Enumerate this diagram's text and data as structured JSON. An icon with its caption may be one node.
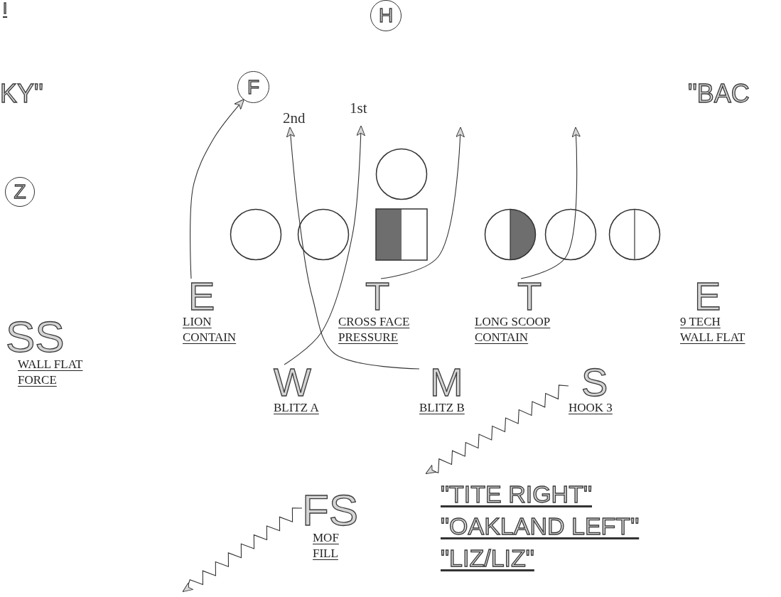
{
  "diagram": {
    "nodes": [
      {
        "text": [
          "H"
        ]
      },
      {
        "text": [
          "F"
        ]
      },
      {
        "text": [
          "Z"
        ]
      },
      {
        "text": [],
        "shape": "circle"
      },
      {
        "text": [],
        "shape": "circle"
      },
      {
        "text": [],
        "shape": "circle"
      },
      {
        "text": [],
        "shape": "box"
      },
      {
        "text": [],
        "shape": "circle"
      },
      {
        "text": [],
        "shape": "circle"
      },
      {
        "text": [],
        "shape": "circle"
      },
      {
        "text": [
          "E",
          "LION CONTAIN"
        ]
      },
      {
        "text": [
          "T",
          "CROSS FACE PRESSURE"
        ]
      },
      {
        "text": [
          "T",
          "LONG SCOOP CONTAIN"
        ]
      },
      {
        "text": [
          "E",
          "9 TECH WALL FLAT"
        ]
      },
      {
        "text": [
          "SS",
          "WALL FLAT FORCE"
        ]
      },
      {
        "text": [
          "W",
          "BLITZ A"
        ]
      },
      {
        "text": [
          "M",
          "BLITZ B"
        ]
      },
      {
        "text": [
          "S",
          "HOOK 3"
        ]
      },
      {
        "text": [
          "FS",
          "MOF FILL"
        ]
      }
    ],
    "edges": [
      {
        "from": 10,
        "to": 1,
        "arrow": "to"
      },
      {
        "from": 15,
        "to": null,
        "arrow": "to",
        "label": "1st"
      },
      {
        "from": 16,
        "to": null,
        "arrow": "to",
        "label": "2nd"
      },
      {
        "from": 11,
        "to": null,
        "arrow": "to"
      },
      {
        "from": 12,
        "to": null,
        "arrow": "to"
      },
      {
        "from": 17,
        "to": null,
        "arrow": "to"
      },
      {
        "from": 18,
        "to": null,
        "arrow": "to"
      }
    ],
    "labels": [
      "I",
      "KY\"",
      "\"BAC",
      "\"TITE RIGHT\"",
      "\"OAKLAND LEFT\"",
      "\"LIZ/LIZ\""
    ]
  }
}
